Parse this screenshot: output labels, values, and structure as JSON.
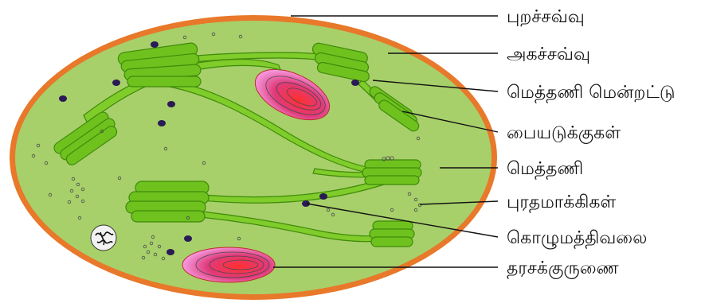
{
  "labels": [
    {
      "id": "outer-membrane",
      "text": "புறச்சவ்வு"
    },
    {
      "id": "inner-membrane",
      "text": "அகச்சவ்வு"
    },
    {
      "id": "thylakoid-membrane",
      "text": "மெத்தணி மென்றட்டு"
    },
    {
      "id": "grana",
      "text": "பையடுக்குகள்"
    },
    {
      "id": "stroma",
      "text": "மெத்தணி"
    },
    {
      "id": "ribosomes",
      "text": "புரதமாக்கிகள்"
    },
    {
      "id": "lipid-droplets",
      "text": "கொழுமத்திவலை"
    },
    {
      "id": "starch-granule",
      "text": "தரசக்குருணை"
    }
  ],
  "colors": {
    "outer_membrane": "#e8782a",
    "stroma": "#a7d06a",
    "thylakoid": "#6fc21e",
    "starch_outer": "#f080d8",
    "starch_inner": "#e02828",
    "lipid_droplet": "#2a1a55"
  }
}
